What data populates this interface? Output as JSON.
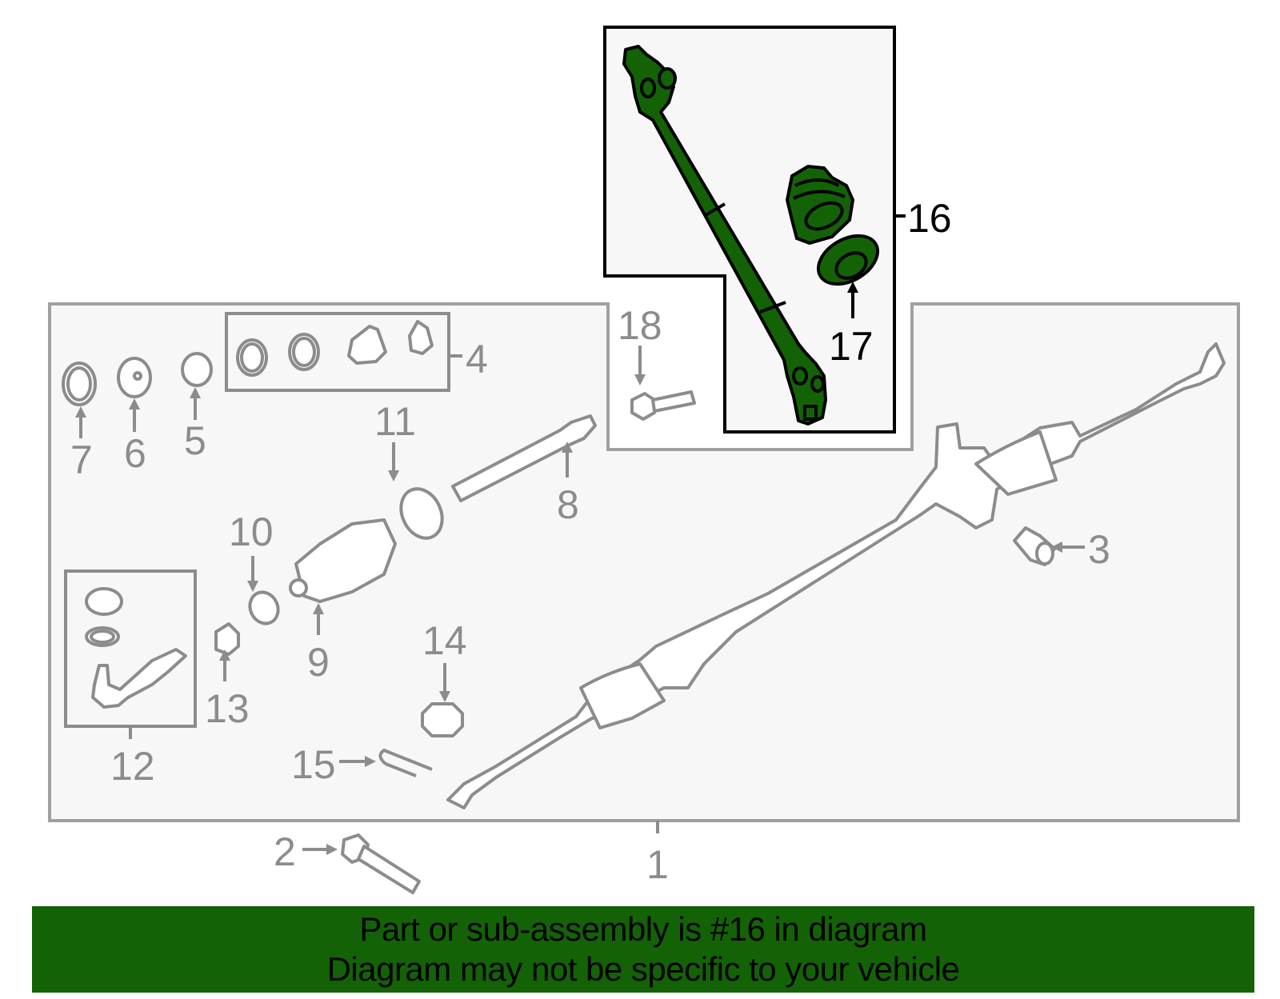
{
  "diagram": {
    "title": "Steering gear / rack and pinion assembly exploded diagram",
    "highlight_color": "#136306",
    "part_outline_color": "#8c8c8c",
    "panel_bg": "#f7f7f7",
    "callouts": [
      {
        "id": "1",
        "label": "1"
      },
      {
        "id": "2",
        "label": "2"
      },
      {
        "id": "3",
        "label": "3"
      },
      {
        "id": "4",
        "label": "4"
      },
      {
        "id": "5",
        "label": "5"
      },
      {
        "id": "6",
        "label": "6"
      },
      {
        "id": "7",
        "label": "7"
      },
      {
        "id": "8",
        "label": "8"
      },
      {
        "id": "9",
        "label": "9"
      },
      {
        "id": "10",
        "label": "10"
      },
      {
        "id": "11",
        "label": "11"
      },
      {
        "id": "12",
        "label": "12"
      },
      {
        "id": "13",
        "label": "13"
      },
      {
        "id": "14",
        "label": "14"
      },
      {
        "id": "15",
        "label": "15"
      },
      {
        "id": "16",
        "label": "16"
      },
      {
        "id": "17",
        "label": "17"
      },
      {
        "id": "18",
        "label": "18"
      }
    ],
    "highlighted_part": "16"
  },
  "banner": {
    "line1": "Part or sub-assembly is #16 in diagram",
    "line2": "Diagram may not be specific to your vehicle",
    "bg_color": "#136306"
  }
}
